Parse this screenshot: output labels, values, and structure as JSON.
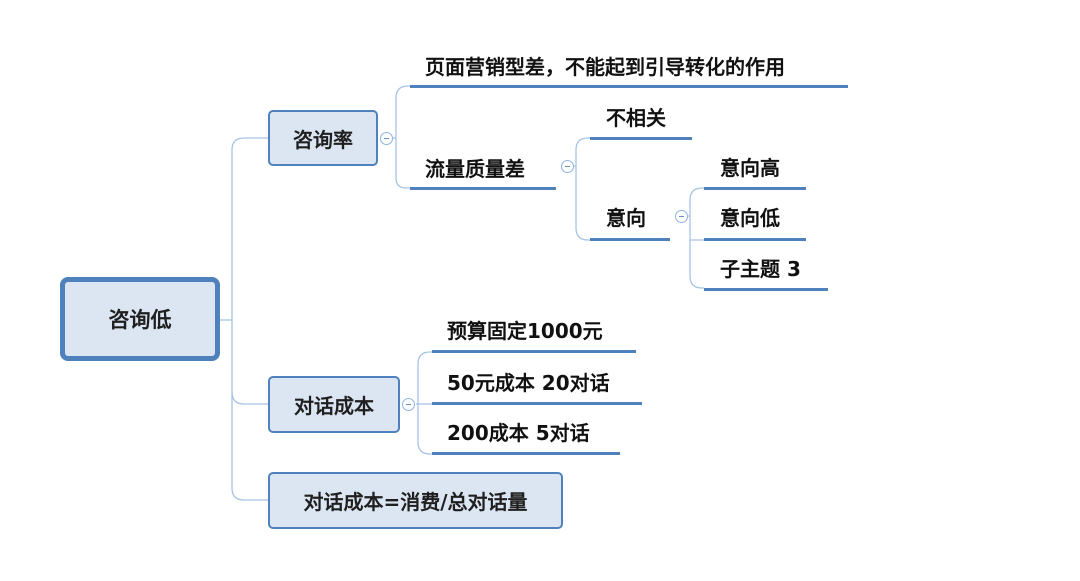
{
  "root": {
    "label": "咨询低"
  },
  "branches": {
    "consult_rate": {
      "label": "咨询率",
      "children": {
        "page_marketing": "页面营销型差，不能起到引导转化的作用",
        "traffic_quality": {
          "label": "流量质量差",
          "children": {
            "irrelevant": "不相关",
            "intent": {
              "label": "意向",
              "children": [
                "意向高",
                "意向低",
                "子主题 3"
              ]
            }
          }
        }
      }
    },
    "dialog_cost": {
      "label": "对话成本",
      "children": [
        "预算固定1000元",
        "50元成本 20对话",
        "200成本 5对话"
      ]
    },
    "dialog_cost_formula": {
      "label": "对话成本=消费/总对话量"
    }
  },
  "colors": {
    "box_fill": "#dce6f2",
    "box_border": "#4f81bd",
    "underline": "#4f81bd",
    "connector": "#a6c4e4",
    "collapse_icon": "#8db3e2"
  }
}
